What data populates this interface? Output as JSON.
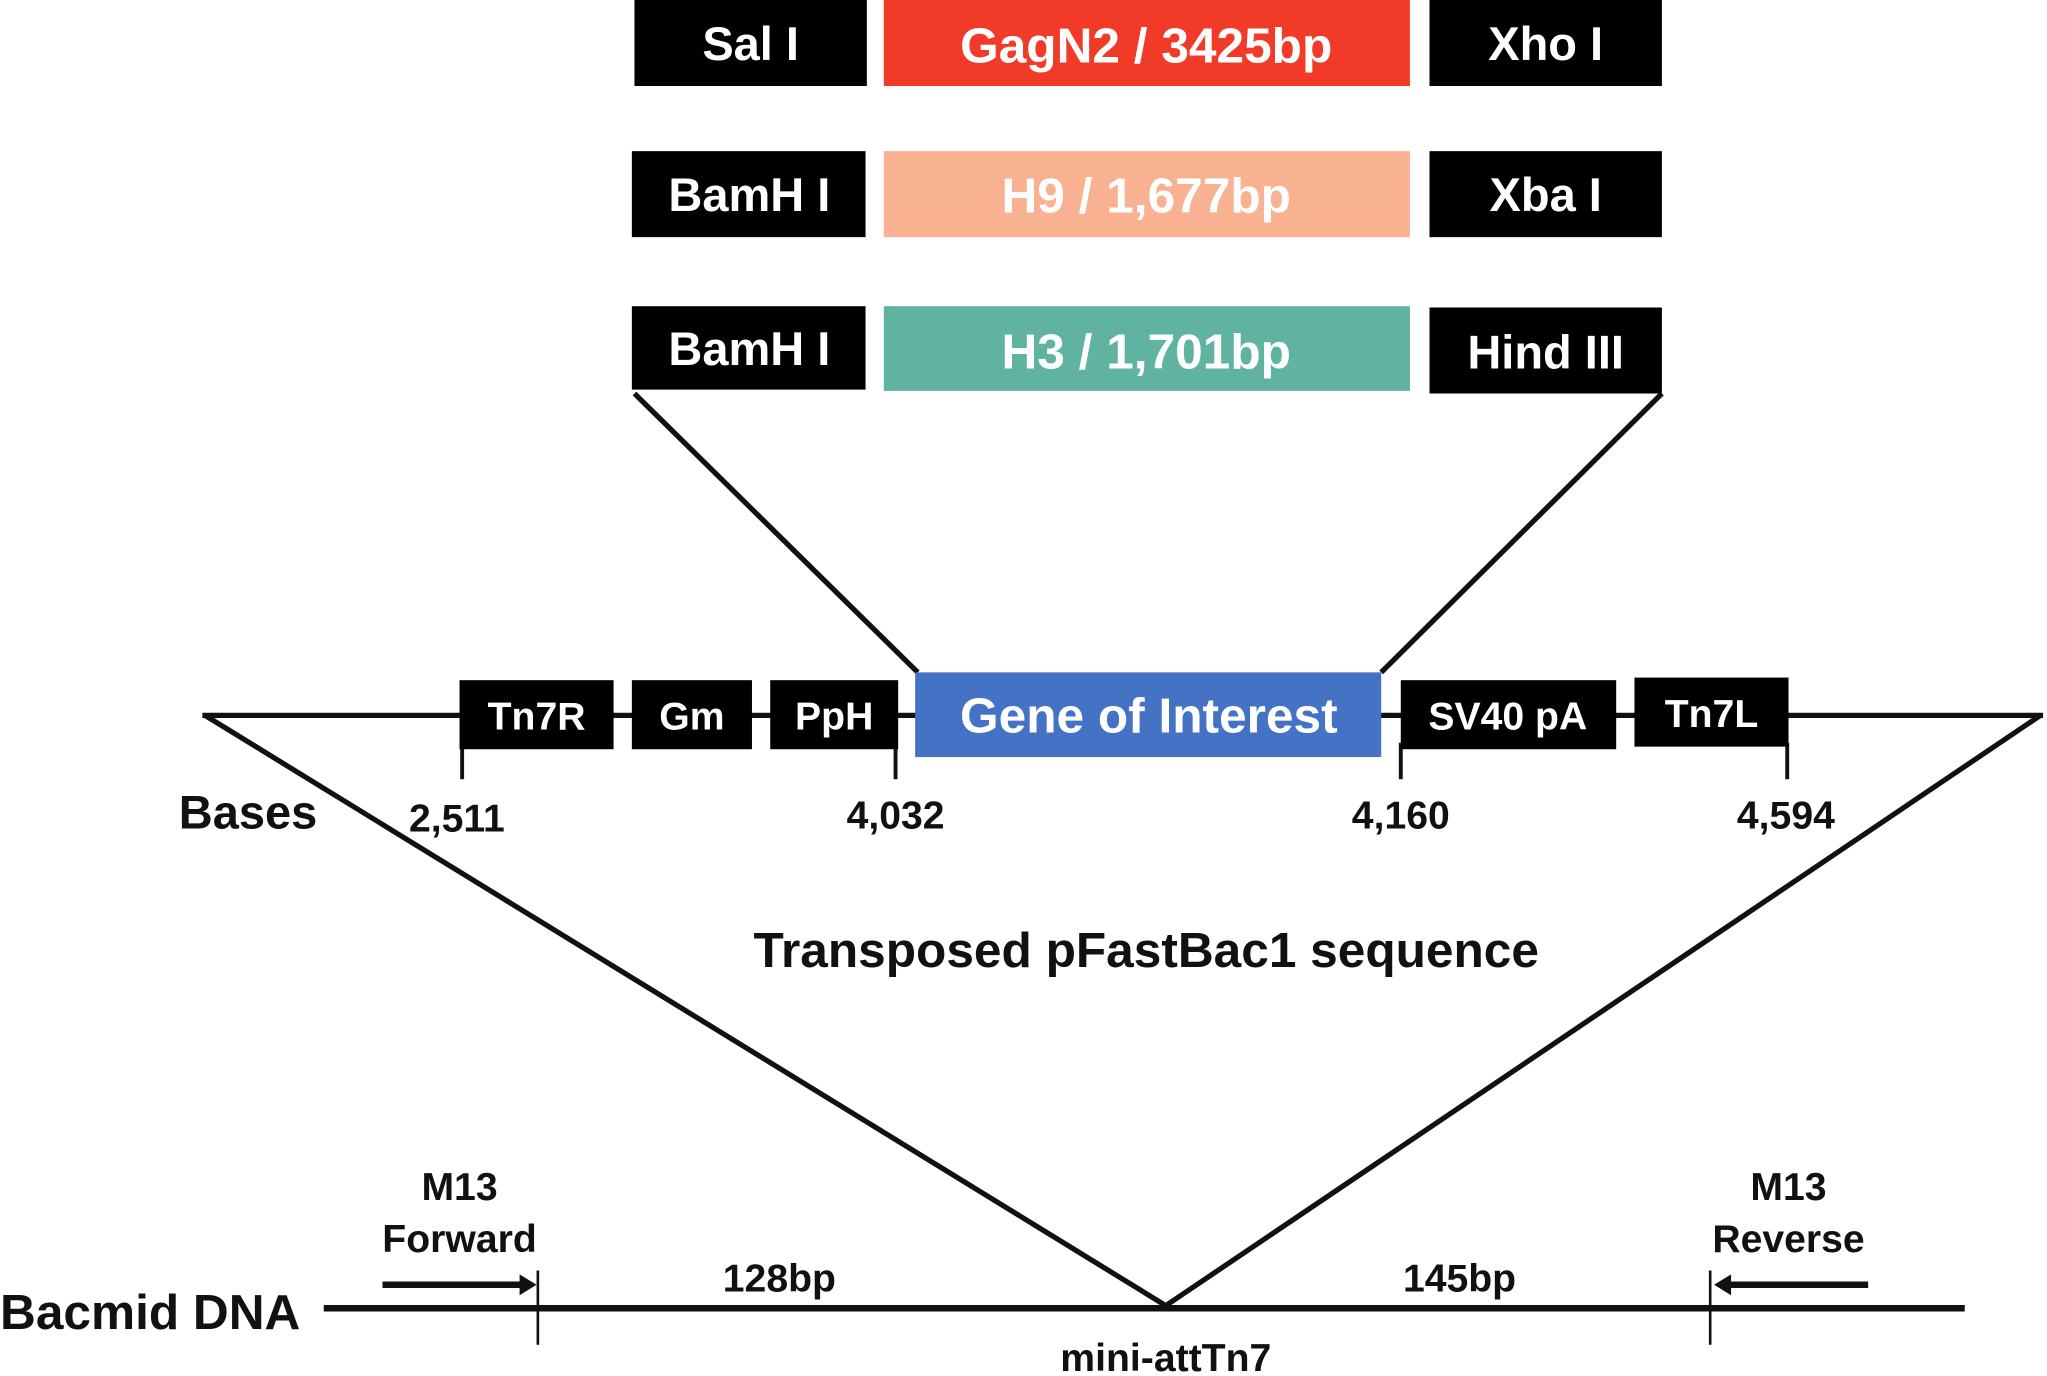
{
  "inserts": [
    {
      "left_site": "Sal I",
      "label": "GagN2 / 3425bp",
      "right_site": "Xho I",
      "color": "#f23a28"
    },
    {
      "left_site": "BamH I",
      "label": "H9 / 1,677bp",
      "right_site": "Xba I",
      "color": "#f8b292"
    },
    {
      "left_site": "BamH I",
      "label": "H3 / 1,701bp",
      "right_site": "Hind III",
      "color": "#5fb3a0"
    }
  ],
  "cassette": {
    "elements": [
      "Tn7R",
      "Gm",
      "PpH",
      "Gene of Interest",
      "SV40 pA",
      "Tn7L"
    ],
    "gene_color": "#4472c4",
    "bases_label": "Bases",
    "positions": [
      "2,511",
      "4,032",
      "4,160",
      "4,594"
    ]
  },
  "transposed_label": "Transposed pFastBac1 sequence",
  "bacmid": {
    "label": "Bacmid DNA",
    "forward_primer": [
      "M13",
      "Forward"
    ],
    "reverse_primer": [
      "M13",
      "Reverse"
    ],
    "left_distance": "128bp",
    "right_distance": "145bp",
    "site": "mini-attTn7"
  }
}
